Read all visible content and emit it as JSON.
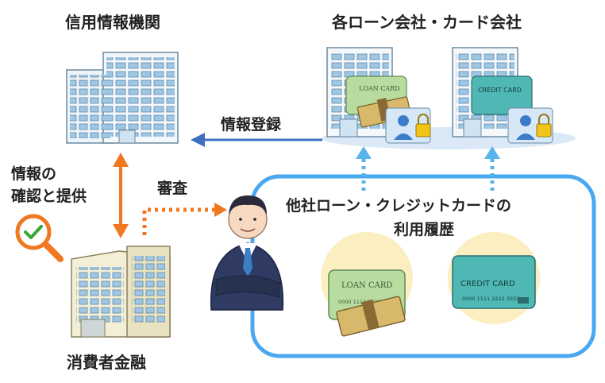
{
  "labels": {
    "credit_bureau": "信用情報機関",
    "lenders": "各ローン会社・カード会社",
    "consumer_finance": "消費者金融",
    "info_registration": "情報登録",
    "info_confirm_line1": "情報の",
    "info_confirm_line2": "確認と提供",
    "screening": "審査",
    "history_line1": "他社ローン・クレジットカードの",
    "history_line2": "利用履歴"
  },
  "cards": {
    "loan_card_label": "LOAN CARD",
    "credit_card_label": "CREDIT CARD",
    "card_number": "0000 1111 2222 3333"
  },
  "colors": {
    "arrow_blue": "#3e6fc1",
    "arrow_orange": "#f07820",
    "frame_blue": "#4aa8f0",
    "dotted_blue": "#5ab4ec",
    "loan_card": "#b8dca0",
    "credit_card": "#4fb8b4",
    "circle_bg": "#fbeec0"
  }
}
